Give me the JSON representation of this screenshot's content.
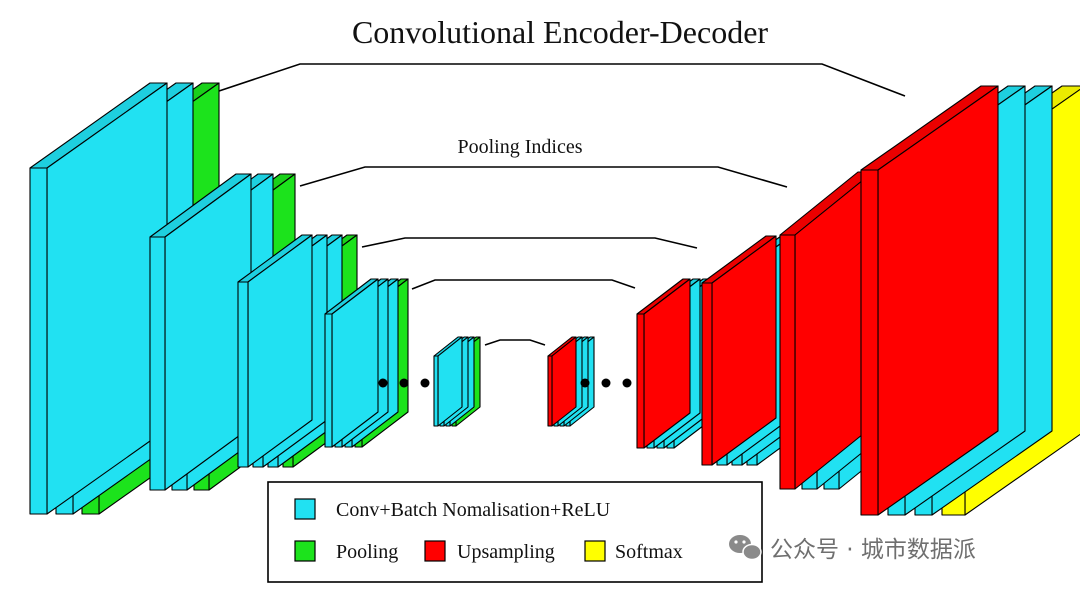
{
  "title": "Convolutional Encoder-Decoder",
  "skip_label": "Pooling Indices",
  "colors": {
    "conv": "#21E1F2",
    "pool": "#1CE31C",
    "upsample": "#FF0000",
    "softmax": "#FFFF00",
    "stroke": "#000000"
  },
  "legend": {
    "conv": "Conv+Batch Nomalisation+ReLU",
    "pool": "Pooling",
    "upsample": "Upsampling",
    "softmax": "Softmax"
  },
  "watermark": {
    "text": "公众号 · 城市数据派",
    "icon": "wechat-icon"
  },
  "encoder_stages": [
    {
      "layers": [
        "conv",
        "conv",
        "pool"
      ]
    },
    {
      "layers": [
        "conv",
        "conv",
        "pool"
      ]
    },
    {
      "layers": [
        "conv",
        "conv",
        "conv",
        "pool"
      ]
    },
    {
      "layers": [
        "conv",
        "conv",
        "conv",
        "pool"
      ]
    },
    {
      "layers": [
        "conv",
        "conv",
        "conv",
        "pool"
      ]
    }
  ],
  "decoder_stages": [
    {
      "layers": [
        "upsample",
        "conv",
        "conv",
        "conv"
      ]
    },
    {
      "layers": [
        "upsample",
        "conv",
        "conv",
        "conv"
      ]
    },
    {
      "layers": [
        "upsample",
        "conv",
        "conv",
        "conv"
      ]
    },
    {
      "layers": [
        "upsample",
        "conv",
        "conv"
      ]
    },
    {
      "layers": [
        "upsample",
        "conv",
        "conv",
        "softmax"
      ]
    }
  ]
}
